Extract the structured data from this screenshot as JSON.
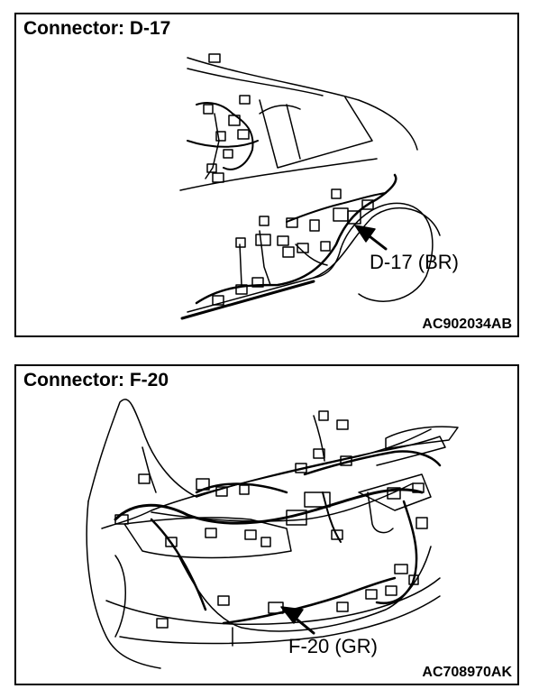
{
  "panels": [
    {
      "title": "Connector: D-17",
      "connector_label": "D-17 (BR)",
      "ref_code": "AC902034AB"
    },
    {
      "title": "Connector: F-20",
      "connector_label": "F-20 (GR)",
      "ref_code": "AC708970AK"
    }
  ]
}
